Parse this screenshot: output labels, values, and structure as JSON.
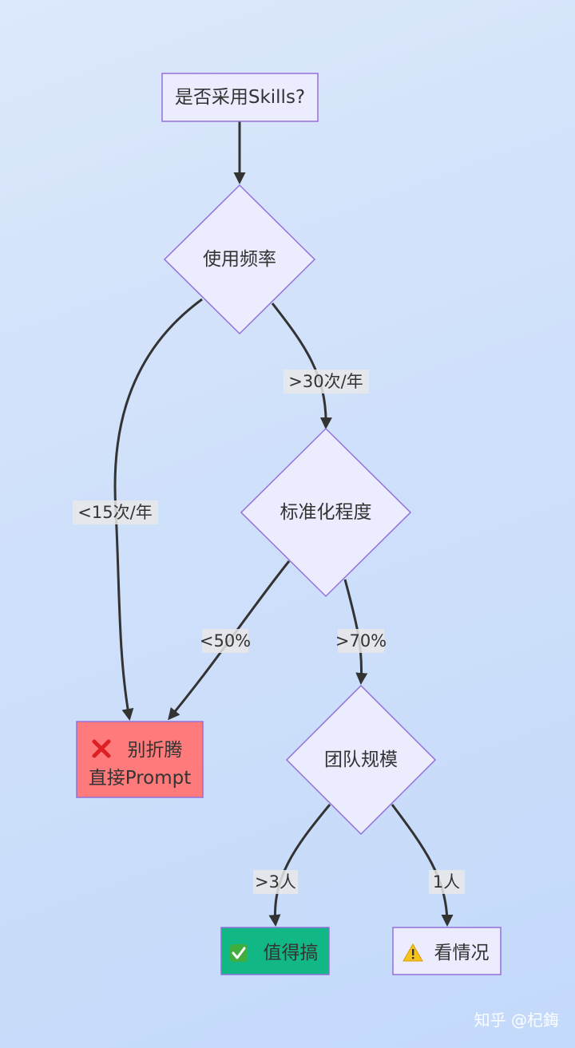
{
  "nodes": {
    "start": "是否采用Skills?",
    "usage": "使用频率",
    "standardization": "标准化程度",
    "team": "团队规模",
    "reject_line1": "别折腾",
    "reject_line2": "直接Prompt",
    "worth": "值得搞",
    "depends": "看情况"
  },
  "edges": {
    "freq_high": ">30次/年",
    "freq_low": "<15次/年",
    "std_low": "<50%",
    "std_high": ">70%",
    "team_multi": ">3人",
    "team_one": "1人"
  },
  "icons": {
    "reject": "cross-mark-icon",
    "worth": "check-mark-button-icon",
    "depends": "warning-icon"
  },
  "colors": {
    "node_fill": "#ececff",
    "node_border": "#9370db",
    "reject_fill": "#ff7b7b",
    "worth_fill": "#11b886",
    "edge_label_bg": "#e8e8e8"
  },
  "watermark": "知乎 @杞鋂"
}
